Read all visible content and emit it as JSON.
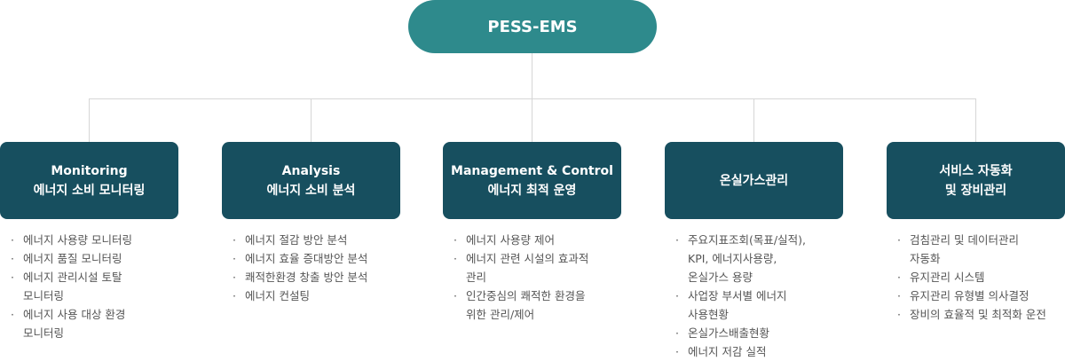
{
  "root": {
    "label": "PESS-EMS"
  },
  "nodes": [
    {
      "title": "Monitoring",
      "subtitle": "에너지 소비 모니터링",
      "items": [
        "에너지 사용량 모니터링",
        "에너지 품질 모니터링",
        "에너지 관리시설 토탈\n모니터링",
        "에너지 사용 대상 환경\n모니터링"
      ]
    },
    {
      "title": "Analysis",
      "subtitle": "에너지 소비 분석",
      "items": [
        "에너지 절감 방안 분석",
        "에너지 효율 증대방안 분석",
        "쾌적한환경 창출 방안 분석",
        "에너지 컨설팅"
      ]
    },
    {
      "title": "Management & Control",
      "subtitle": "에너지 최적 운영",
      "items": [
        "에너지 사용량 제어",
        "에너지 관련 시설의 효과적\n관리",
        "인간중심의 쾌적한 환경을\n위한 관리/제어"
      ]
    },
    {
      "title": "온실가스관리",
      "subtitle": "",
      "items": [
        "주요지표조회(목표/실적),\nKPI, 에너지사용량,\n온실가스 용량",
        "사업장 부서별 에너지\n사용현황",
        "온실가스배출현황",
        "에너지 저감 실적"
      ]
    },
    {
      "title": "서비스 자동화",
      "subtitle": "및 장비관리",
      "items": [
        "검침관리 및 데이터관리\n자동화",
        "유지관리 시스템",
        "유지관리 유형별 의사결정",
        "장비의 효율적 및 최적화 운전"
      ]
    }
  ]
}
